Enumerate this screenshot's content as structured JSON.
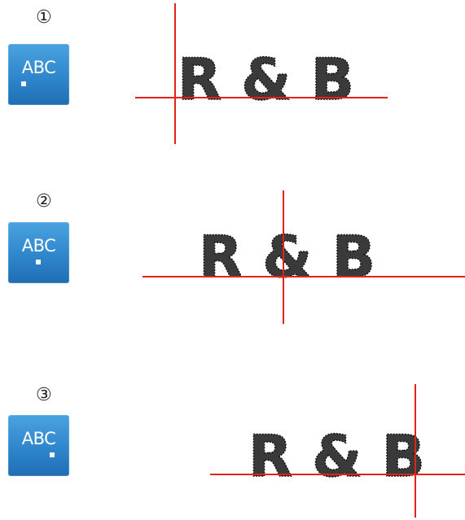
{
  "colors": {
    "icon_background": "#2f86cc",
    "guide_line": "#e2231a",
    "stitch_text": "#2b2b2b"
  },
  "steps": [
    {
      "number": "①",
      "icon_label": "ABC",
      "icon_name": "align-left-icon",
      "sample_text": "R & B"
    },
    {
      "number": "②",
      "icon_label": "ABC",
      "icon_name": "align-center-icon",
      "sample_text": "R & B"
    },
    {
      "number": "③",
      "icon_label": "ABC",
      "icon_name": "align-right-icon",
      "sample_text": "R & B"
    }
  ]
}
